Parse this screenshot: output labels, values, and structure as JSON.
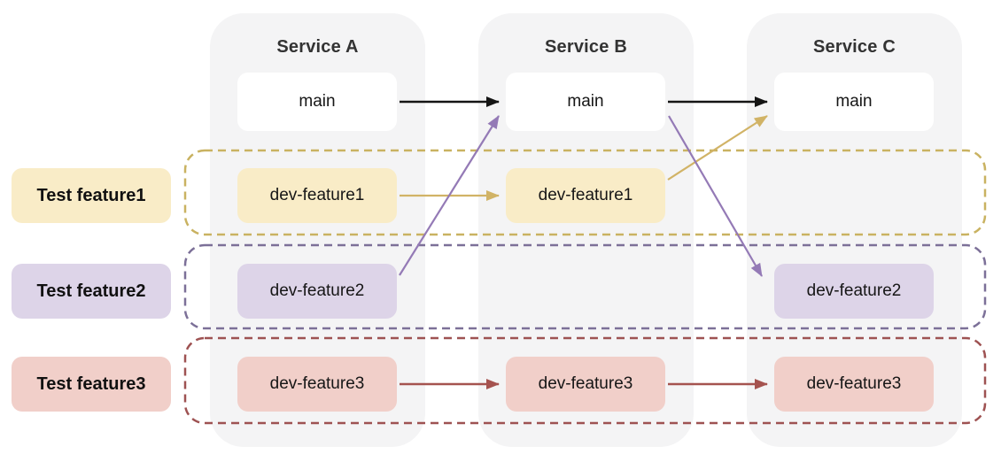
{
  "services": [
    {
      "title": "Service A",
      "branches": {
        "main": "main",
        "feature1": "dev-feature1",
        "feature2": "dev-feature2",
        "feature3": "dev-feature3"
      }
    },
    {
      "title": "Service B",
      "branches": {
        "main": "main",
        "feature1": "dev-feature1",
        "feature3": "dev-feature3"
      }
    },
    {
      "title": "Service C",
      "branches": {
        "main": "main",
        "feature2": "dev-feature2",
        "feature3": "dev-feature3"
      }
    }
  ],
  "feature_rows": [
    {
      "label": "Test feature1",
      "fill": "#f9ecc7",
      "dash": "#c9b261"
    },
    {
      "label": "Test feature2",
      "fill": "#ddd4e8",
      "dash": "#7c7098"
    },
    {
      "label": "Test feature3",
      "fill": "#f1cfc9",
      "dash": "#9e5252"
    }
  ],
  "colors": {
    "canvas_bg": "#ffffff",
    "column_bg": "#f4f4f5",
    "main_node_bg": "#ffffff",
    "title_text": "#333333",
    "node_text": "#161616",
    "arrows": {
      "black": {
        "stroke": "#141414",
        "width": 2.6
      },
      "yellow": {
        "stroke": "#d1b366",
        "width": 2.2
      },
      "purple": {
        "stroke": "#947ab6",
        "width": 2.2
      },
      "red": {
        "stroke": "#a5534f",
        "width": 2.6
      }
    }
  },
  "arrows": [
    {
      "from": "service-a-main",
      "from_anchor": "right",
      "to": "service-b-main",
      "to_anchor": "left",
      "color": "black"
    },
    {
      "from": "service-b-main",
      "from_anchor": "right",
      "to": "service-c-main",
      "to_anchor": "left",
      "color": "black"
    },
    {
      "from": "service-a-dev-feature1",
      "from_anchor": "right",
      "to": "service-b-dev-feature1",
      "to_anchor": "left",
      "color": "yellow"
    },
    {
      "from": "service-b-dev-feature1",
      "from_anchor": "top-right",
      "to": "service-c-main",
      "to_anchor": "bottom-left",
      "color": "yellow"
    },
    {
      "from": "service-a-dev-feature2",
      "from_anchor": "top-right",
      "to": "service-b-main",
      "to_anchor": "bottom-left",
      "color": "purple"
    },
    {
      "from": "service-b-main",
      "from_anchor": "bottom-right",
      "to": "service-c-dev-feature2",
      "to_anchor": "top-left",
      "color": "purple"
    },
    {
      "from": "service-a-dev-feature3",
      "from_anchor": "right",
      "to": "service-b-dev-feature3",
      "to_anchor": "left",
      "color": "red"
    },
    {
      "from": "service-b-dev-feature3",
      "from_anchor": "right",
      "to": "service-c-dev-feature3",
      "to_anchor": "left",
      "color": "red"
    }
  ]
}
